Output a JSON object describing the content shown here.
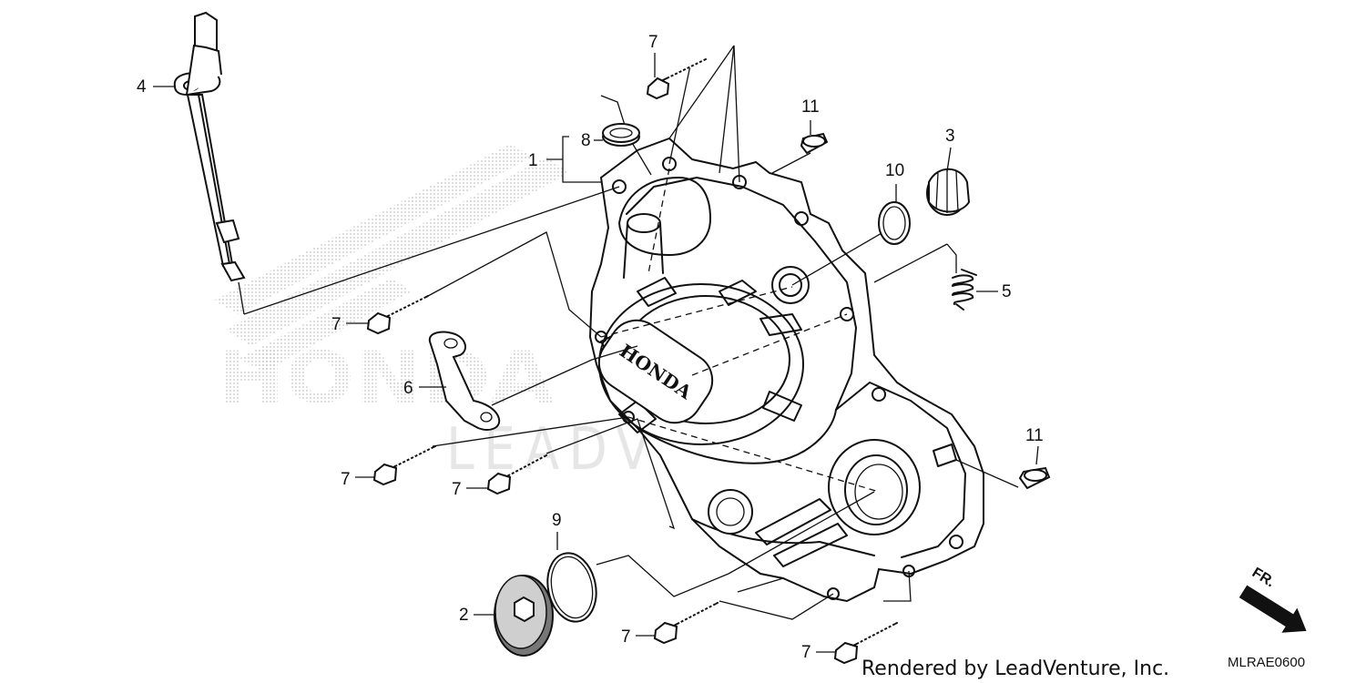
{
  "watermark": {
    "brand": "HONDA",
    "dealer": "LEADVENTURE"
  },
  "cover_logo": "HONDA",
  "callouts": [
    "1",
    "2",
    "3",
    "4",
    "5",
    "6",
    "7",
    "8",
    "9",
    "10",
    "11"
  ],
  "fr_label": "FR.",
  "footer": "Rendered by LeadVenture, Inc.",
  "diagram_code": "MLRAE0600"
}
